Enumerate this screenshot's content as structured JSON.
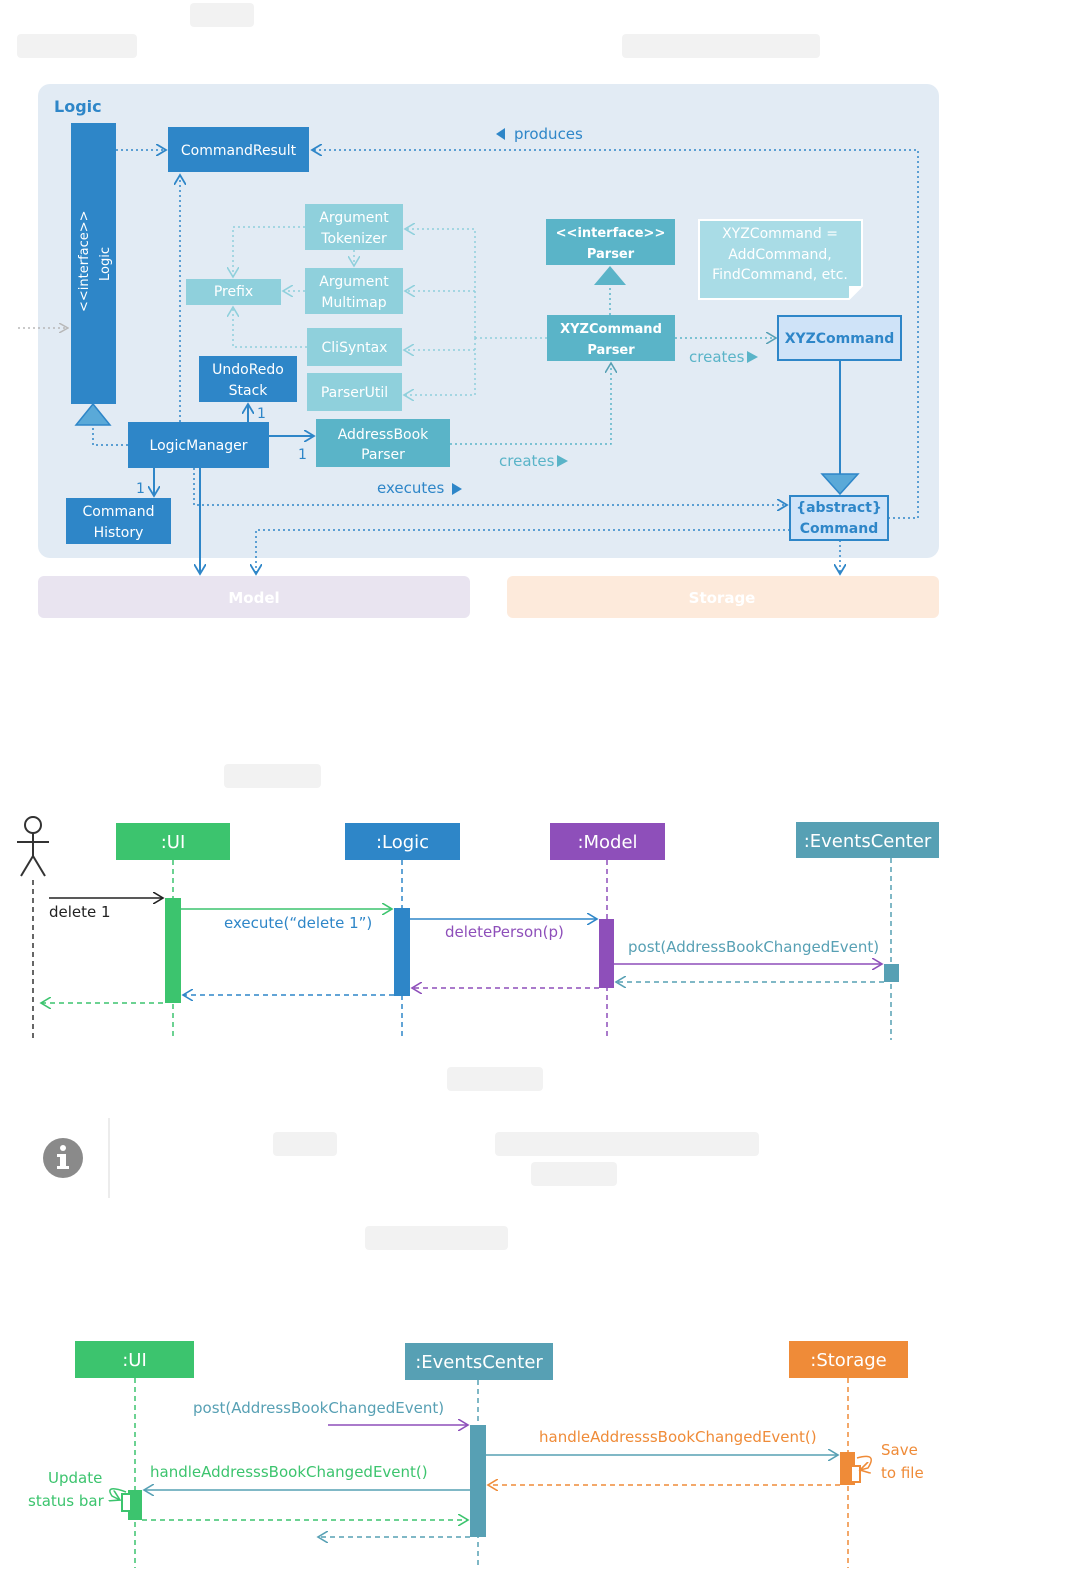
{
  "class_diagram": {
    "package_label": "Logic",
    "interface_box": {
      "stereotype": "<<interface>>",
      "name": "Logic"
    },
    "command_result": "CommandResult",
    "produces_label": "produces",
    "argument_tokenizer": [
      "Argument",
      "Tokenizer"
    ],
    "argument_multimap": [
      "Argument",
      "Multimap"
    ],
    "prefix": "Prefix",
    "cli_syntax": "CliSyntax",
    "parser_util": "ParserUtil",
    "undo_redo_stack": [
      "UndoRedo",
      "Stack"
    ],
    "logic_manager": "LogicManager",
    "command_history": [
      "Command",
      "History"
    ],
    "address_book_parser": [
      "AddressBook",
      "Parser"
    ],
    "interface_parser": [
      "<<interface>>",
      "Parser"
    ],
    "xyz_command_parser": [
      "XYZCommand",
      "Parser"
    ],
    "note": [
      "XYZCommand =",
      "AddCommand,",
      "FindCommand, etc."
    ],
    "xyz_command": "XYZCommand",
    "abstract_command": [
      "{abstract}",
      "Command"
    ],
    "creates_label_1": "creates",
    "creates_label_2": "creates",
    "executes_label": "executes",
    "multiplicity_undo": "1",
    "multiplicity_parser": "1",
    "multiplicity_history": "1",
    "model_package": "Model",
    "storage_package": "Storage"
  },
  "sequence_delete": {
    "participants": [
      ":UI",
      ":Logic",
      ":Model",
      ":EventsCenter"
    ],
    "messages": [
      "delete 1",
      "execute(“delete 1”)",
      "deletePerson(p)",
      "post(AddressBookChangedEvent)"
    ]
  },
  "sequence_events": {
    "participants": [
      ":UI",
      ":EventsCenter",
      ":Storage"
    ],
    "messages": [
      "post(AddressBookChangedEvent)",
      "handleAddresssBookChangedEvent()",
      "handleAddresssBookChangedEvent()"
    ],
    "notes": {
      "save": [
        "Save",
        "to file"
      ],
      "update": [
        "Update",
        "status bar"
      ]
    }
  },
  "colors": {
    "logic_dark": "#2e86c8",
    "logic_light": "#8fd0dc",
    "parser_teal": "#5ab4c8",
    "ui_green": "#3cc46e",
    "logic_blue": "#2e86c8",
    "model_purple": "#8e4fba",
    "events_teal": "#57a0b4",
    "storage_orange": "#ef8b38"
  }
}
